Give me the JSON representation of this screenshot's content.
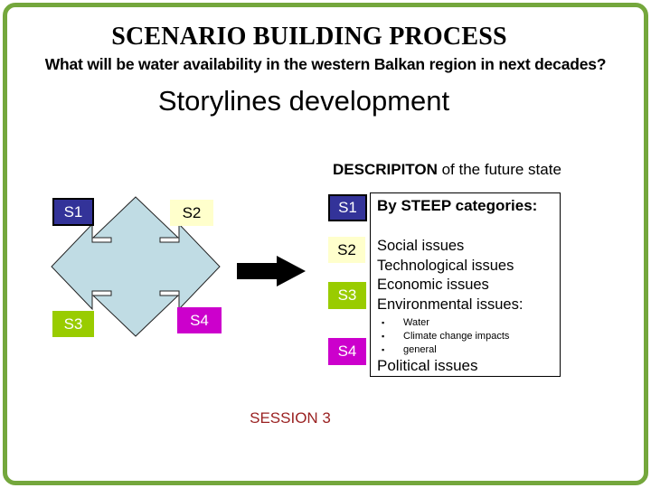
{
  "slide": {
    "background": "#FFFFFF",
    "frame_color": "#74A73C",
    "title": "SCENARIO BUILDING PROCESS",
    "question": "What will be water availability in the western Balkan region in next decades?",
    "subtitle": "Storylines development",
    "description_bold": "DESCRIPITON",
    "description_rest": " of the future state",
    "session_label": "SESSION 3",
    "session_color": "#9A2121",
    "text_color": "#000000"
  },
  "diagram": {
    "cross_arrow_color": "#C0DCE4",
    "cross_arrow_outline": "#222222",
    "flow_arrow_color": "#000000",
    "left_boxes": [
      {
        "label": "S1",
        "bg": "#333399",
        "text": "#FFFFFF"
      },
      {
        "label": "S2",
        "bg": "#FFFFCC",
        "text": "#000000"
      },
      {
        "label": "S3",
        "bg": "#99CC00",
        "text": "#FFFFFF"
      },
      {
        "label": "S4",
        "bg": "#CC00CC",
        "text": "#FFFFFF"
      }
    ]
  },
  "right_panel": {
    "tags": [
      {
        "label": "S1",
        "bg": "#333399",
        "text": "#FFFFFF"
      },
      {
        "label": "S2",
        "bg": "#FFFFCC",
        "text": "#000000"
      },
      {
        "label": "S3",
        "bg": "#99CC00",
        "text": "#FFFFFF"
      },
      {
        "label": "S4",
        "bg": "#CC00CC",
        "text": "#FFFFFF"
      }
    ],
    "box": {
      "heading": "By STEEP categories:",
      "categories": [
        "Social issues",
        "Technological issues",
        "Economic issues",
        "Environmental issues:"
      ],
      "bullet_icon": "▪",
      "bullets": [
        "Water",
        "Climate change impacts",
        "general"
      ],
      "footer_item": "Political issues"
    }
  }
}
